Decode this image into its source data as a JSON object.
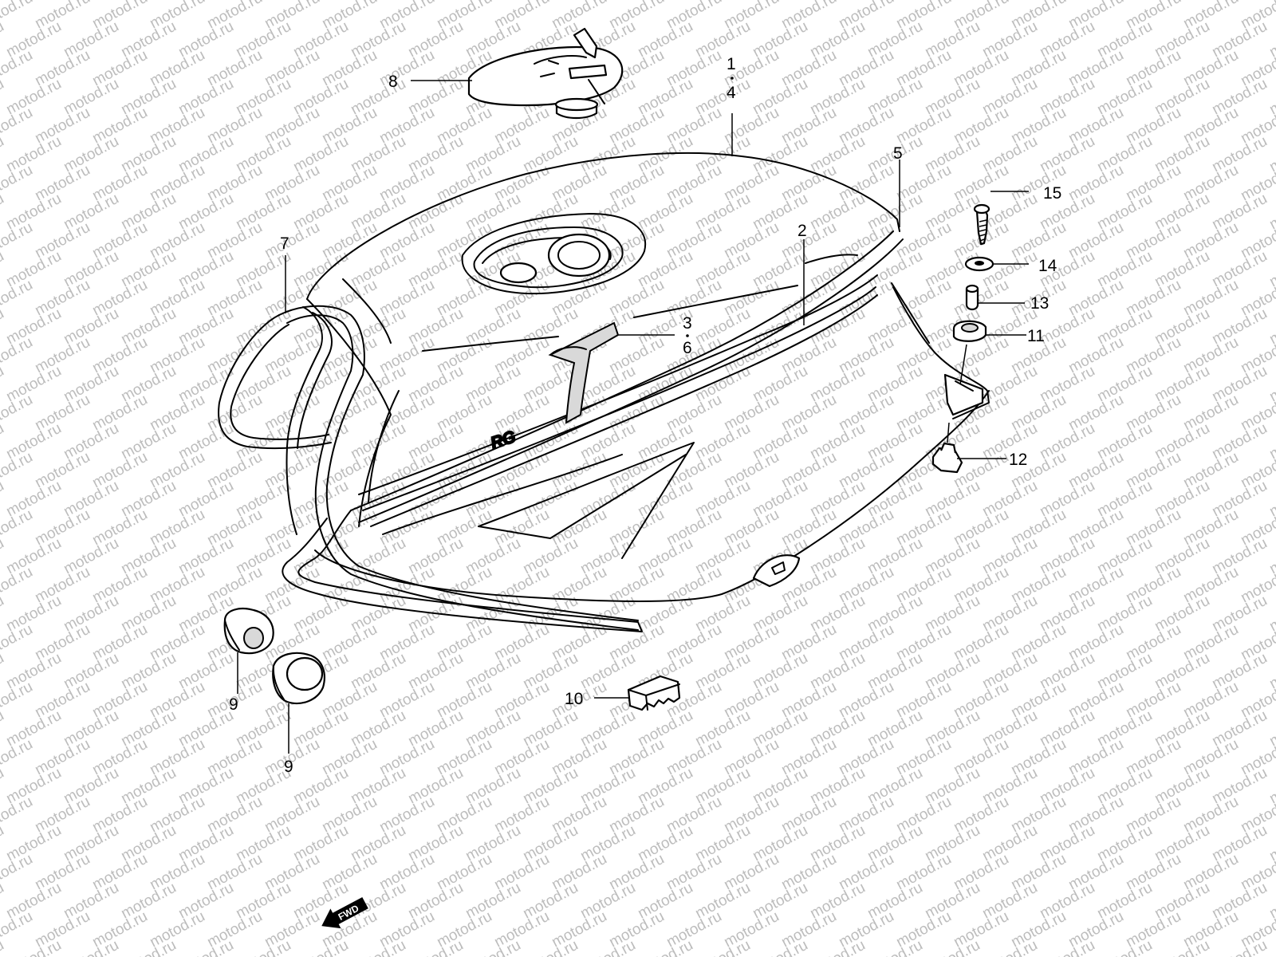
{
  "watermark": {
    "text": "motod.ru"
  },
  "emblem": {
    "rg": "RG",
    "gamma": "Γ"
  },
  "direction": {
    "label": "FWD"
  },
  "callouts": {
    "c1": "1",
    "c4": "4",
    "c2": "2",
    "c3": "3",
    "c6": "6",
    "c5": "5",
    "c7": "7",
    "c8": "8",
    "c9a": "9",
    "c9b": "9",
    "c10": "10",
    "c11": "11",
    "c12": "12",
    "c13": "13",
    "c14": "14",
    "c15": "15"
  }
}
